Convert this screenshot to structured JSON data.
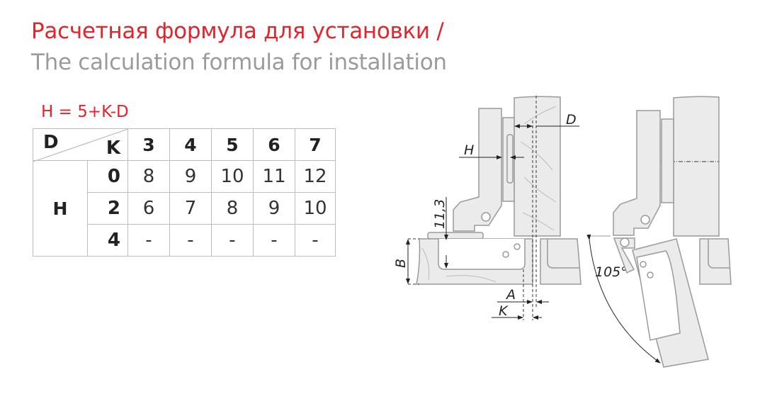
{
  "title_ru": "Расчетная формула для установки /",
  "title_en": "The calculation formula for installation",
  "formula": "H = 5+K-D",
  "table": {
    "corner_row_label": "D",
    "corner_col_label": "K",
    "row_group_label": "H",
    "columns": [
      "3",
      "4",
      "5",
      "6",
      "7"
    ],
    "rows": [
      {
        "k": "0",
        "values": [
          "8",
          "9",
          "10",
          "11",
          "12"
        ]
      },
      {
        "k": "2",
        "values": [
          "6",
          "7",
          "8",
          "9",
          "10"
        ]
      },
      {
        "k": "4",
        "values": [
          "-",
          "-",
          "-",
          "-",
          "-"
        ]
      }
    ]
  },
  "diagram": {
    "labels": {
      "D": "D",
      "H": "H",
      "dim_11_3": "11,3",
      "B": "B",
      "A": "A",
      "K": "K",
      "angle": "105°"
    }
  },
  "colors": {
    "accent": "#e3242b",
    "subtitle": "#9b9b9b",
    "line": "#999999",
    "fill": "#ebebeb"
  }
}
